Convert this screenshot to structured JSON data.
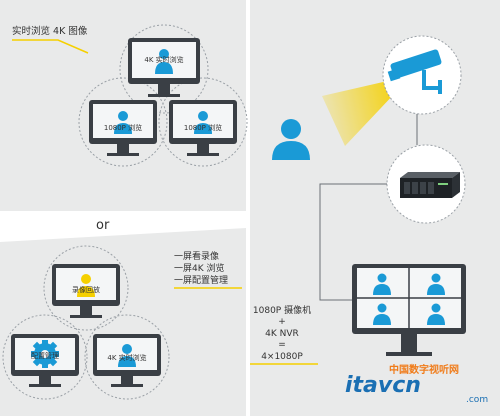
{
  "colors": {
    "panel_bg": "#e9eaea",
    "accent_blue": "#1a9ad6",
    "accent_yellow": "#f5d000",
    "monitor_dark": "#3a3f45",
    "monitor_screen": "#f4f6f7",
    "circle_stroke": "#9aa0a6",
    "text_dark": "#333333",
    "watermark_orange": "#f07c1a",
    "watermark_blue": "#1a6fb3"
  },
  "left_top": {
    "caption": "实时浏览 4K 图像",
    "monitors": [
      {
        "id": "top",
        "label": "4K 实时浏览"
      },
      {
        "id": "left",
        "label": "1080P 浏览"
      },
      {
        "id": "right",
        "label": "1080P 浏览"
      }
    ]
  },
  "divider": {
    "text": "or"
  },
  "left_bottom": {
    "captions": [
      "一屏看录像",
      "一屏4K 浏览",
      "一屏配置管理"
    ],
    "monitors": [
      {
        "id": "top",
        "label": "录像回放",
        "icon": "person-icon"
      },
      {
        "id": "left",
        "label": "配置管理",
        "icon": "gear-icon"
      },
      {
        "id": "right",
        "label": "4K 实时浏览",
        "icon": "person-icon"
      }
    ]
  },
  "right": {
    "devices": [
      {
        "id": "camera",
        "icon": "camera-icon"
      },
      {
        "id": "nvr",
        "icon": "nvr-icon"
      }
    ],
    "formula": [
      "1080P 摄像机",
      "+",
      "4K NVR",
      "=",
      "4×1080P"
    ]
  },
  "watermark": {
    "brand": "itavcn",
    "cn": "中国数字视听网",
    "domain": ".com"
  }
}
